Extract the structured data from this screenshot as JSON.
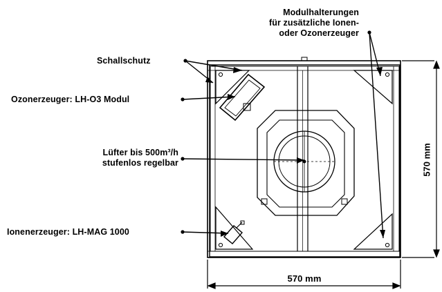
{
  "labels": {
    "modulhalterungen": [
      "Modulhalterungen",
      "für zusätzliche Ionen-",
      "oder Ozonerzeuger"
    ],
    "schallschutz": "Schallschutz",
    "ozonerzeuger": "Ozonerzeuger: LH-O3 Modul",
    "luefter": [
      "Lüfter bis 500m³/h",
      "stufenlos regelbar"
    ],
    "ionenerzeuger": "Ionenerzeuger: LH-MAG 1000"
  },
  "dimensions": {
    "width": "570 mm",
    "height": "570 mm"
  }
}
